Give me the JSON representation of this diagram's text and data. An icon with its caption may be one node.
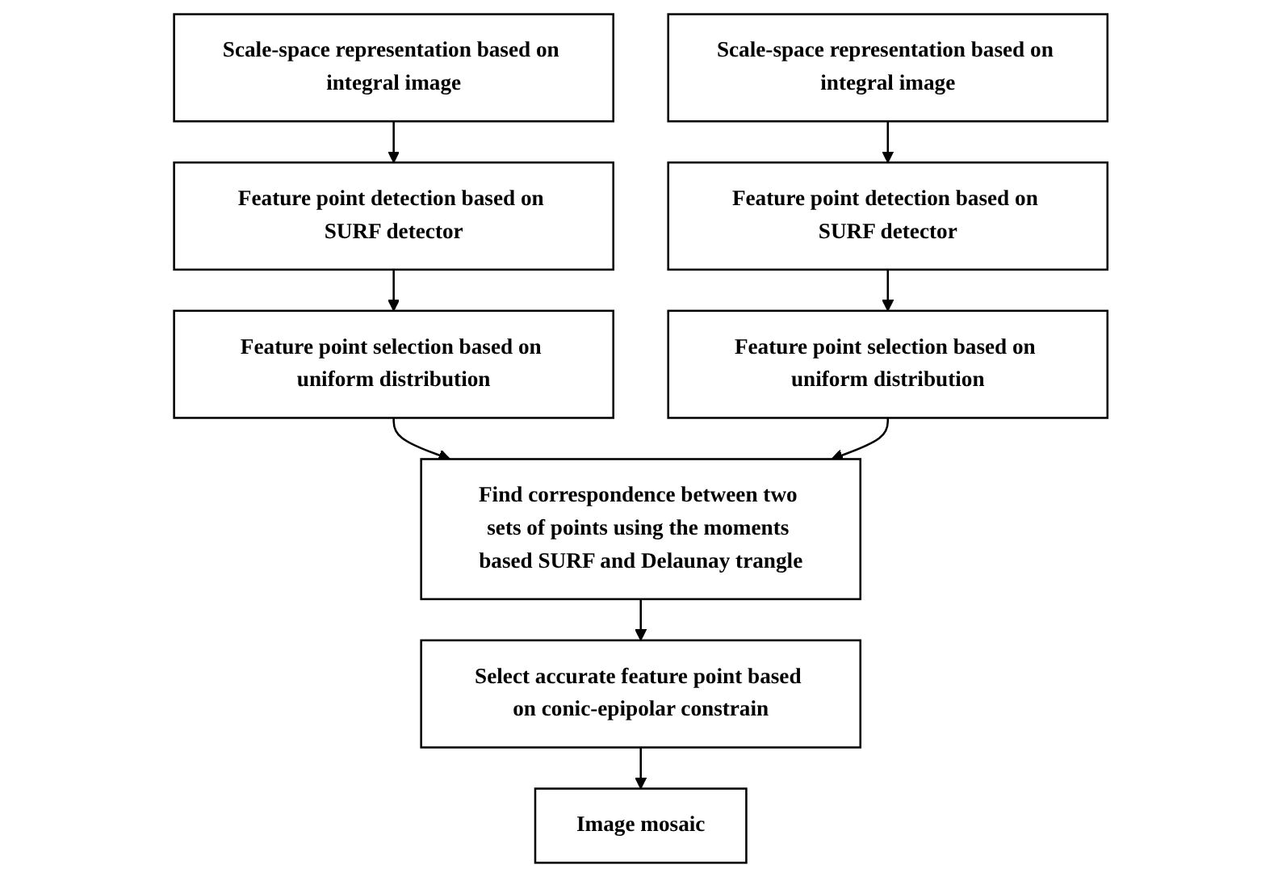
{
  "diagram": {
    "nodes": [
      {
        "text": [
          "Scale-space representation based on integral image"
        ]
      },
      {
        "text": [
          "Feature point detection based on SURF detector"
        ]
      },
      {
        "text": [
          "Feature point selection based on uniform distribution"
        ]
      },
      {
        "text": [
          "Scale-space representation based on integral image"
        ]
      },
      {
        "text": [
          "Feature point detection based on SURF detector"
        ]
      },
      {
        "text": [
          "Feature point selection based on uniform distribution"
        ]
      },
      {
        "text": [
          "Find correspondence between two sets of points using the moments based SURF and Delaunay trangle"
        ]
      },
      {
        "text": [
          "Select accurate feature point based on conic-epipolar constrain"
        ]
      },
      {
        "text": [
          "Image mosaic"
        ]
      }
    ],
    "edges": [
      {
        "from": 0,
        "to": 1,
        "arrow": "to"
      },
      {
        "from": 1,
        "to": 2,
        "arrow": "to"
      },
      {
        "from": 3,
        "to": 4,
        "arrow": "to"
      },
      {
        "from": 4,
        "to": 5,
        "arrow": "to"
      },
      {
        "from": 2,
        "to": 6,
        "arrow": "to"
      },
      {
        "from": 5,
        "to": 6,
        "arrow": "to"
      },
      {
        "from": 6,
        "to": 7,
        "arrow": "to"
      },
      {
        "from": 7,
        "to": 8,
        "arrow": "to"
      }
    ]
  }
}
